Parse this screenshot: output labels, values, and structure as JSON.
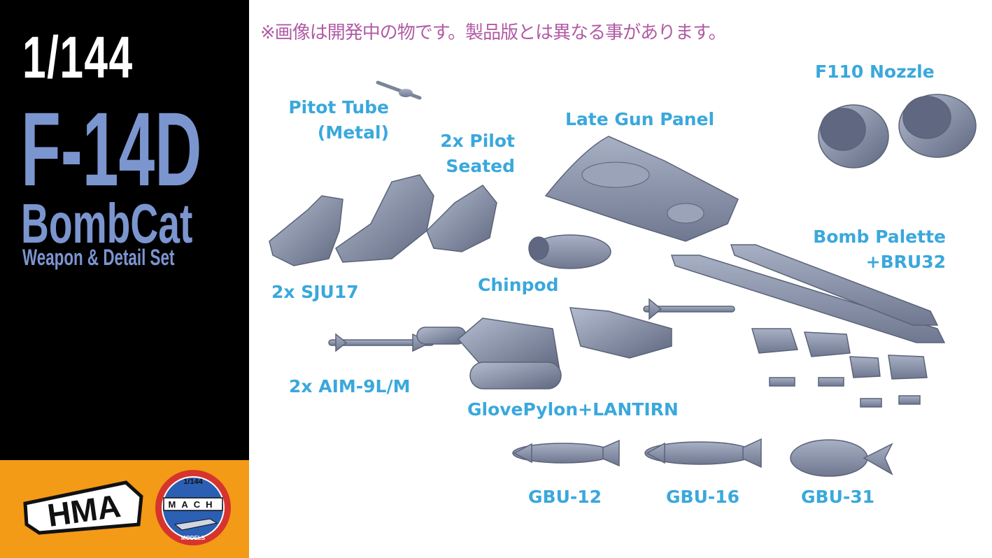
{
  "sidebar": {
    "scale": "1/144",
    "model": "F-14D",
    "name": "BombCat",
    "subtitle": "Weapon & Detail Set"
  },
  "notice": "※画像は開発中の物です。製品版とは異なる事があります。",
  "labels": {
    "pitot_1": "Pitot Tube",
    "pitot_2": "(Metal)",
    "pilot_1": "2x Pilot",
    "pilot_2": "Seated",
    "gun_panel": "Late Gun Panel",
    "nozzle": "F110 Nozzle",
    "bomb_palette_1": "Bomb Palette",
    "bomb_palette_2": "+BRU32",
    "sju": "2x SJU17",
    "chinpod": "Chinpod",
    "aim9": "2x AIM-9L/M",
    "glove": "GlovePylon+LANTIRN",
    "gbu12": "GBU-12",
    "gbu16": "GBU-16",
    "gbu31": "GBU-31"
  },
  "logos": {
    "hma_text": "HMA",
    "mach_scale": "1/144",
    "mach_text": "MACH",
    "mach_models": "MODELS"
  },
  "colors": {
    "sidebar_bg": "#000000",
    "footer_bg": "#f39a16",
    "title_white": "#ffffff",
    "title_blue": "#7b95cf",
    "label_blue": "#3aa8dc",
    "notice_purple": "#b05ca4",
    "part_gray": "#8a94aa"
  }
}
